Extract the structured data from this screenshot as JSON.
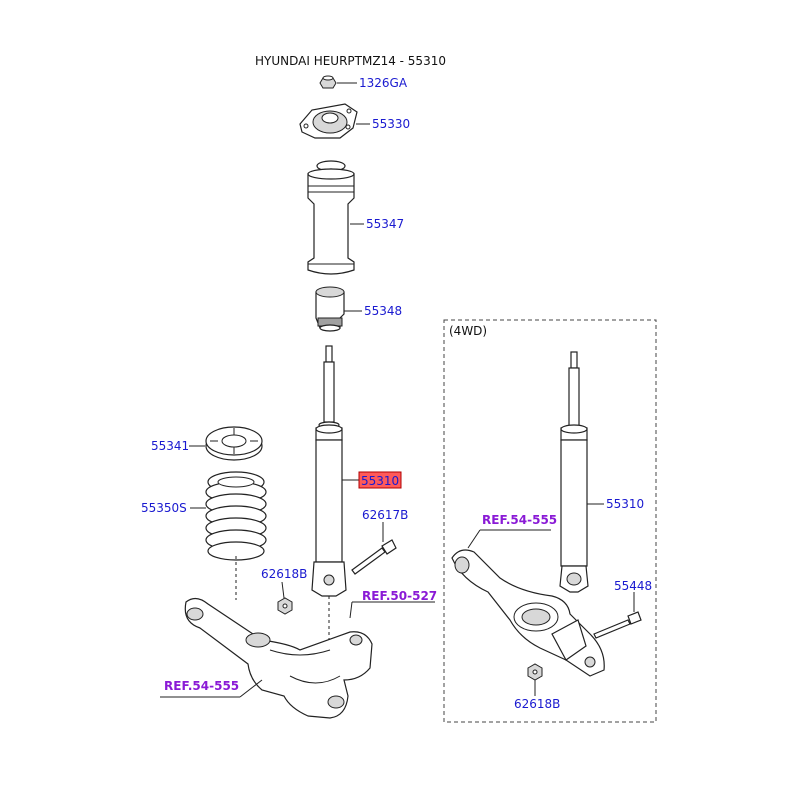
{
  "title": "HYUNDAI HEURPTMZ14 - 55310",
  "box_label": "(4WD)",
  "highlight_color": "#ff5a5a",
  "part_color": "#1a1ad0",
  "ref_color": "#8a1ad6",
  "labels": {
    "p1326GA": "1326GA",
    "p55330": "55330",
    "p55347": "55347",
    "p55348": "55348",
    "p55341": "55341",
    "p55310_main": "55310",
    "p55350S": "55350S",
    "p62617B": "62617B",
    "p62618B_left": "62618B",
    "ref50527": "REF.50-527",
    "ref54555_left": "REF.54-555",
    "ref54555_right": "REF.54-555",
    "p55310_4wd": "55310",
    "p55448": "55448",
    "p62618B_right": "62618B"
  }
}
